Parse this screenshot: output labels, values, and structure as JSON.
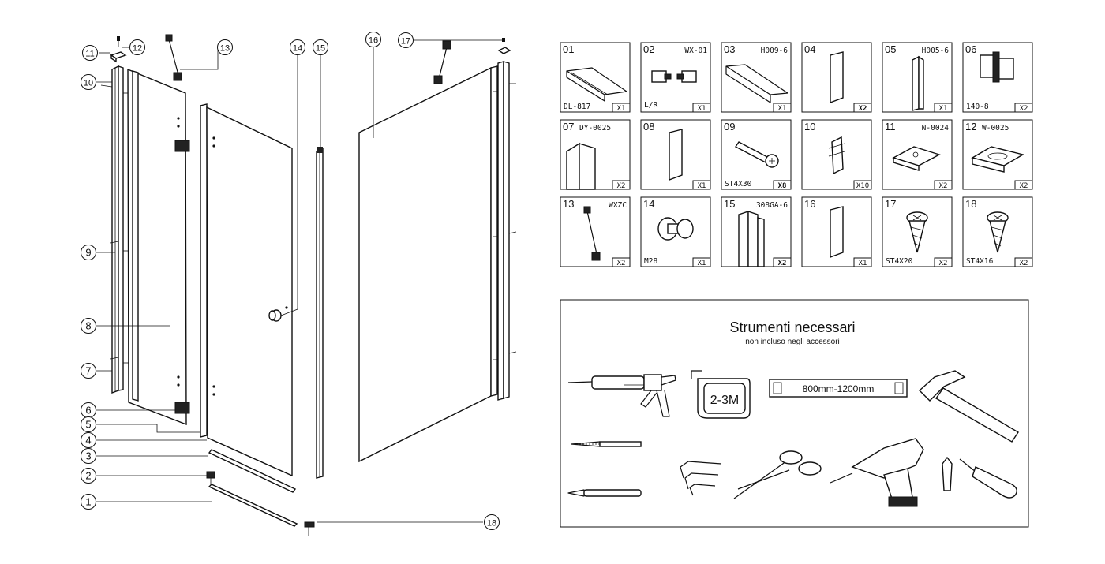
{
  "callouts": [
    {
      "n": "11"
    },
    {
      "n": "12"
    },
    {
      "n": "13"
    },
    {
      "n": "14"
    },
    {
      "n": "15"
    },
    {
      "n": "16"
    },
    {
      "n": "17"
    },
    {
      "n": "10"
    },
    {
      "n": "9"
    },
    {
      "n": "8"
    },
    {
      "n": "7"
    },
    {
      "n": "6"
    },
    {
      "n": "5"
    },
    {
      "n": "4"
    },
    {
      "n": "3"
    },
    {
      "n": "2"
    },
    {
      "n": "1"
    },
    {
      "n": "18"
    }
  ],
  "parts": [
    {
      "num": "01",
      "code": "DL-817",
      "qty": "X1",
      "icon": "profile-channel-icon"
    },
    {
      "num": "02",
      "code": "WX-01",
      "sub": "L/R",
      "qty": "X1",
      "icon": "hinge-pair-icon"
    },
    {
      "num": "03",
      "code": "H009-6",
      "qty": "X1",
      "icon": "rail-profile-icon"
    },
    {
      "num": "04",
      "code": "",
      "qty": "X2",
      "icon": "panel-strip-icon"
    },
    {
      "num": "05",
      "code": "H005-6",
      "qty": "X1",
      "icon": "corner-profile-icon"
    },
    {
      "num": "06",
      "code": "140-8",
      "qty": "X2",
      "icon": "glass-hinge-icon"
    },
    {
      "num": "07",
      "code": "DY-0025",
      "qty": "X2",
      "icon": "u-channel-icon"
    },
    {
      "num": "08",
      "code": "",
      "qty": "X1",
      "icon": "glass-panel-icon"
    },
    {
      "num": "09",
      "code": "ST4X30",
      "qty": "X8",
      "icon": "screw-icon"
    },
    {
      "num": "10",
      "code": "",
      "qty": "X10",
      "icon": "wall-plug-icon"
    },
    {
      "num": "11",
      "code": "N-0024",
      "qty": "X2",
      "icon": "end-cap-icon"
    },
    {
      "num": "12",
      "code": "W-0025",
      "qty": "X2",
      "icon": "bracket-cap-icon"
    },
    {
      "num": "13",
      "code": "WXZC",
      "qty": "X2",
      "icon": "support-bar-icon"
    },
    {
      "num": "14",
      "code": "M28",
      "qty": "X1",
      "icon": "knob-icon"
    },
    {
      "num": "15",
      "code": "308GA-6",
      "qty": "X2",
      "icon": "seal-profile-icon"
    },
    {
      "num": "16",
      "code": "",
      "qty": "X1",
      "icon": "glass-panel-icon"
    },
    {
      "num": "17",
      "code": "ST4X20",
      "qty": "X2",
      "icon": "countersunk-screw-icon"
    },
    {
      "num": "18",
      "code": "ST4X16",
      "qty": "X2",
      "icon": "countersunk-screw-icon"
    }
  ],
  "tools": {
    "title": "Strumenti necessari",
    "subtitle": "non incluso negli accessori",
    "tape_label": "2-3M",
    "level_label": "800mm-1200mm",
    "items": [
      "caulking-gun-icon",
      "tape-measure-icon",
      "spirit-level-icon",
      "hammer-icon",
      "drill-bit-icon",
      "pencil-icon",
      "hex-keys-icon",
      "scissors-icon",
      "power-drill-icon",
      "screwdriver-icon"
    ]
  }
}
